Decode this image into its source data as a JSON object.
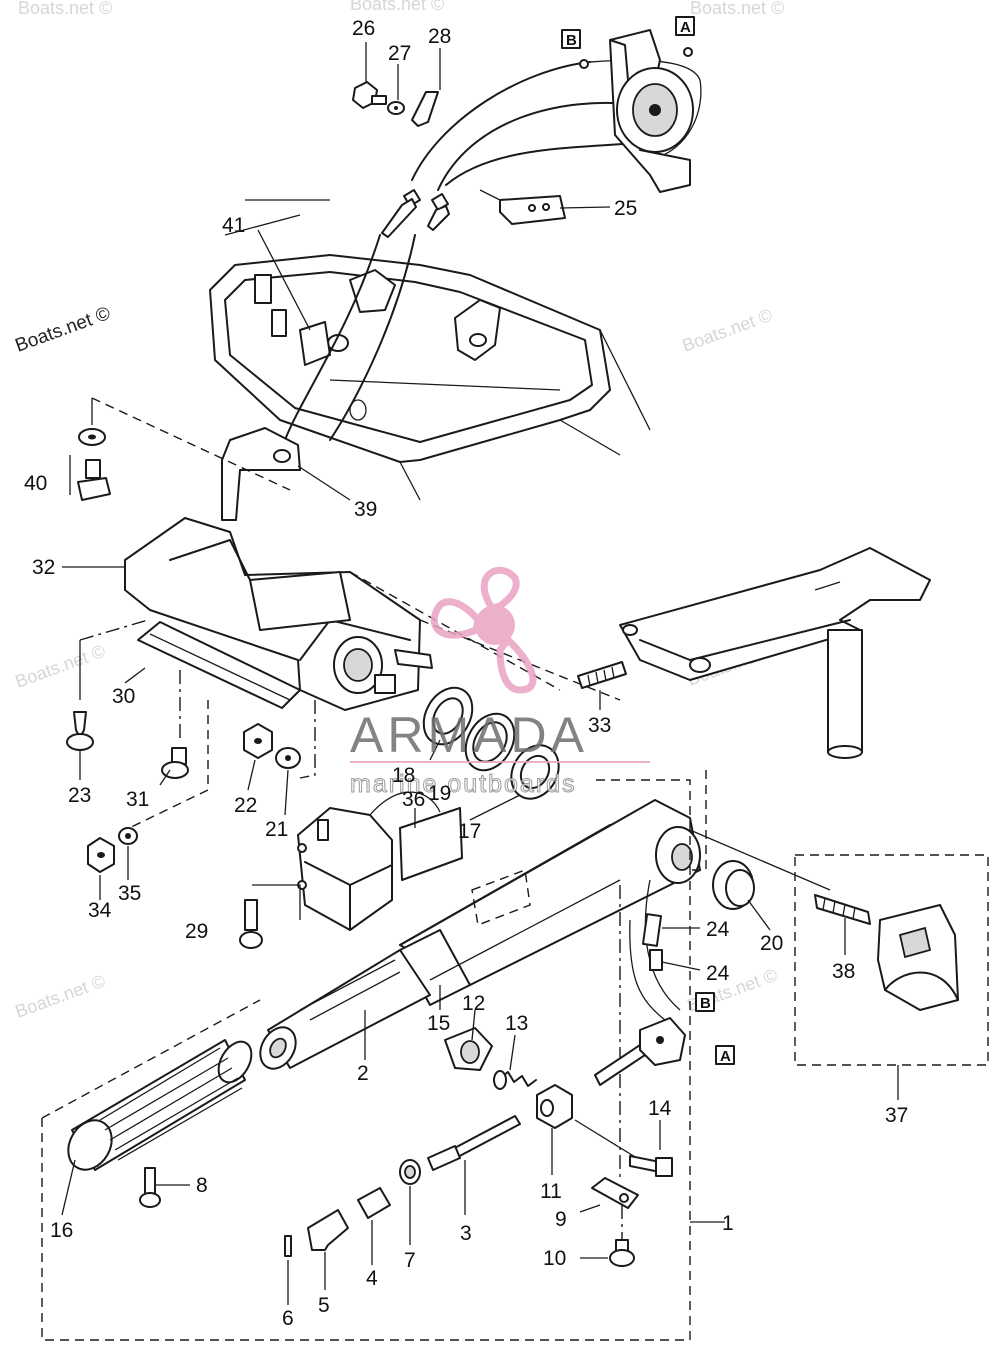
{
  "watermarks": {
    "site_main": "Boats.net ©",
    "site_faint": "Boats.net ©",
    "site_faint_top": "Boats.net ©",
    "site_faint_top_right": "Boats.net ©"
  },
  "logo": {
    "brand": "ARMADA",
    "tagline": "marine outboards",
    "brand_color": "#e9a3c2"
  },
  "callouts": [
    "1",
    "2",
    "3",
    "4",
    "5",
    "6",
    "7",
    "8",
    "9",
    "10",
    "11",
    "12",
    "13",
    "14",
    "15",
    "16",
    "17",
    "18",
    "19",
    "20",
    "21",
    "22",
    "23",
    "24",
    "24",
    "25",
    "26",
    "27",
    "28",
    "29",
    "30",
    "31",
    "32",
    "33",
    "34",
    "35",
    "36",
    "37",
    "38",
    "39",
    "40",
    "41"
  ],
  "connection_refs": {
    "a": "A",
    "b": "B"
  },
  "icons": {
    "logo_mark": "propeller-icon"
  }
}
